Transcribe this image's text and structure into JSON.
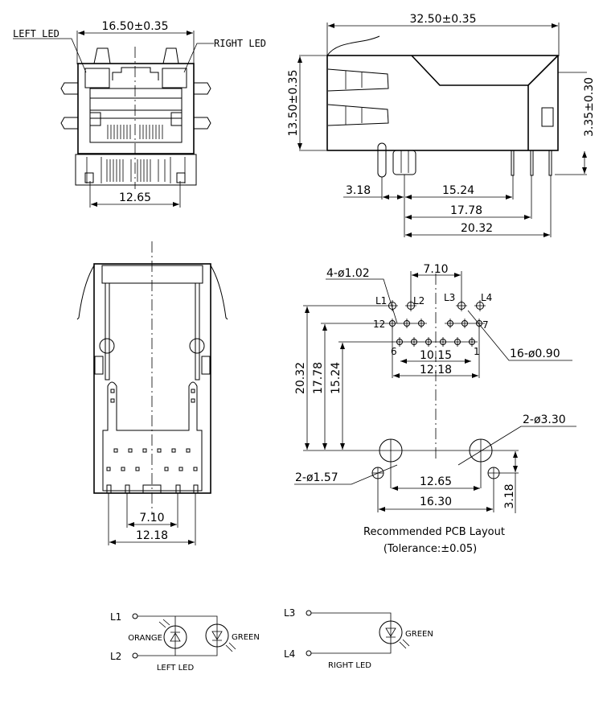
{
  "front_view": {
    "width_dim": "16.50±0.35",
    "left_led_label": "LEFT LED",
    "right_led_label": "RIGHT LED",
    "pin_span_dim": "12.65"
  },
  "side_view": {
    "length_dim": "32.50±0.35",
    "height_dim": "13.50±0.35",
    "pin_length_dim": "3.35±0.30",
    "post_offset_dim": "3.18",
    "pin_dims": [
      "15.24",
      "17.78",
      "20.32"
    ]
  },
  "bottom_view": {
    "inner_pin_dim": "7.10",
    "outer_pin_dim": "12.18"
  },
  "pcb_layout": {
    "led_hole_callout": "4-ø1.02",
    "led_spacing_dim": "7.10",
    "led_labels": [
      "L1",
      "L2",
      "L3",
      "L4"
    ],
    "pin_labels": [
      "12",
      "7",
      "6",
      "1"
    ],
    "signal_hole_callout": "16-ø0.90",
    "row_dims": [
      "10.15",
      "12.18"
    ],
    "vertical_dims": [
      "20.32",
      "17.78",
      "15.24"
    ],
    "mount_hole_callout": "2-ø3.30",
    "post_hole_callout": "2-ø1.57",
    "mount_span_dim": "12.65",
    "post_span_dim": "16.30",
    "post_offset_dim": "3.18",
    "caption_line1": "Recommended PCB Layout",
    "caption_line2": "(Tolerance:±0.05)"
  },
  "schematic": {
    "left": {
      "pins": [
        "L1",
        "L2"
      ],
      "led1_color": "ORANGE",
      "led2_color": "GREEN",
      "title": "LEFT LED"
    },
    "right": {
      "pins": [
        "L3",
        "L4"
      ],
      "led_color": "GREEN",
      "title": "RIGHT LED"
    }
  }
}
